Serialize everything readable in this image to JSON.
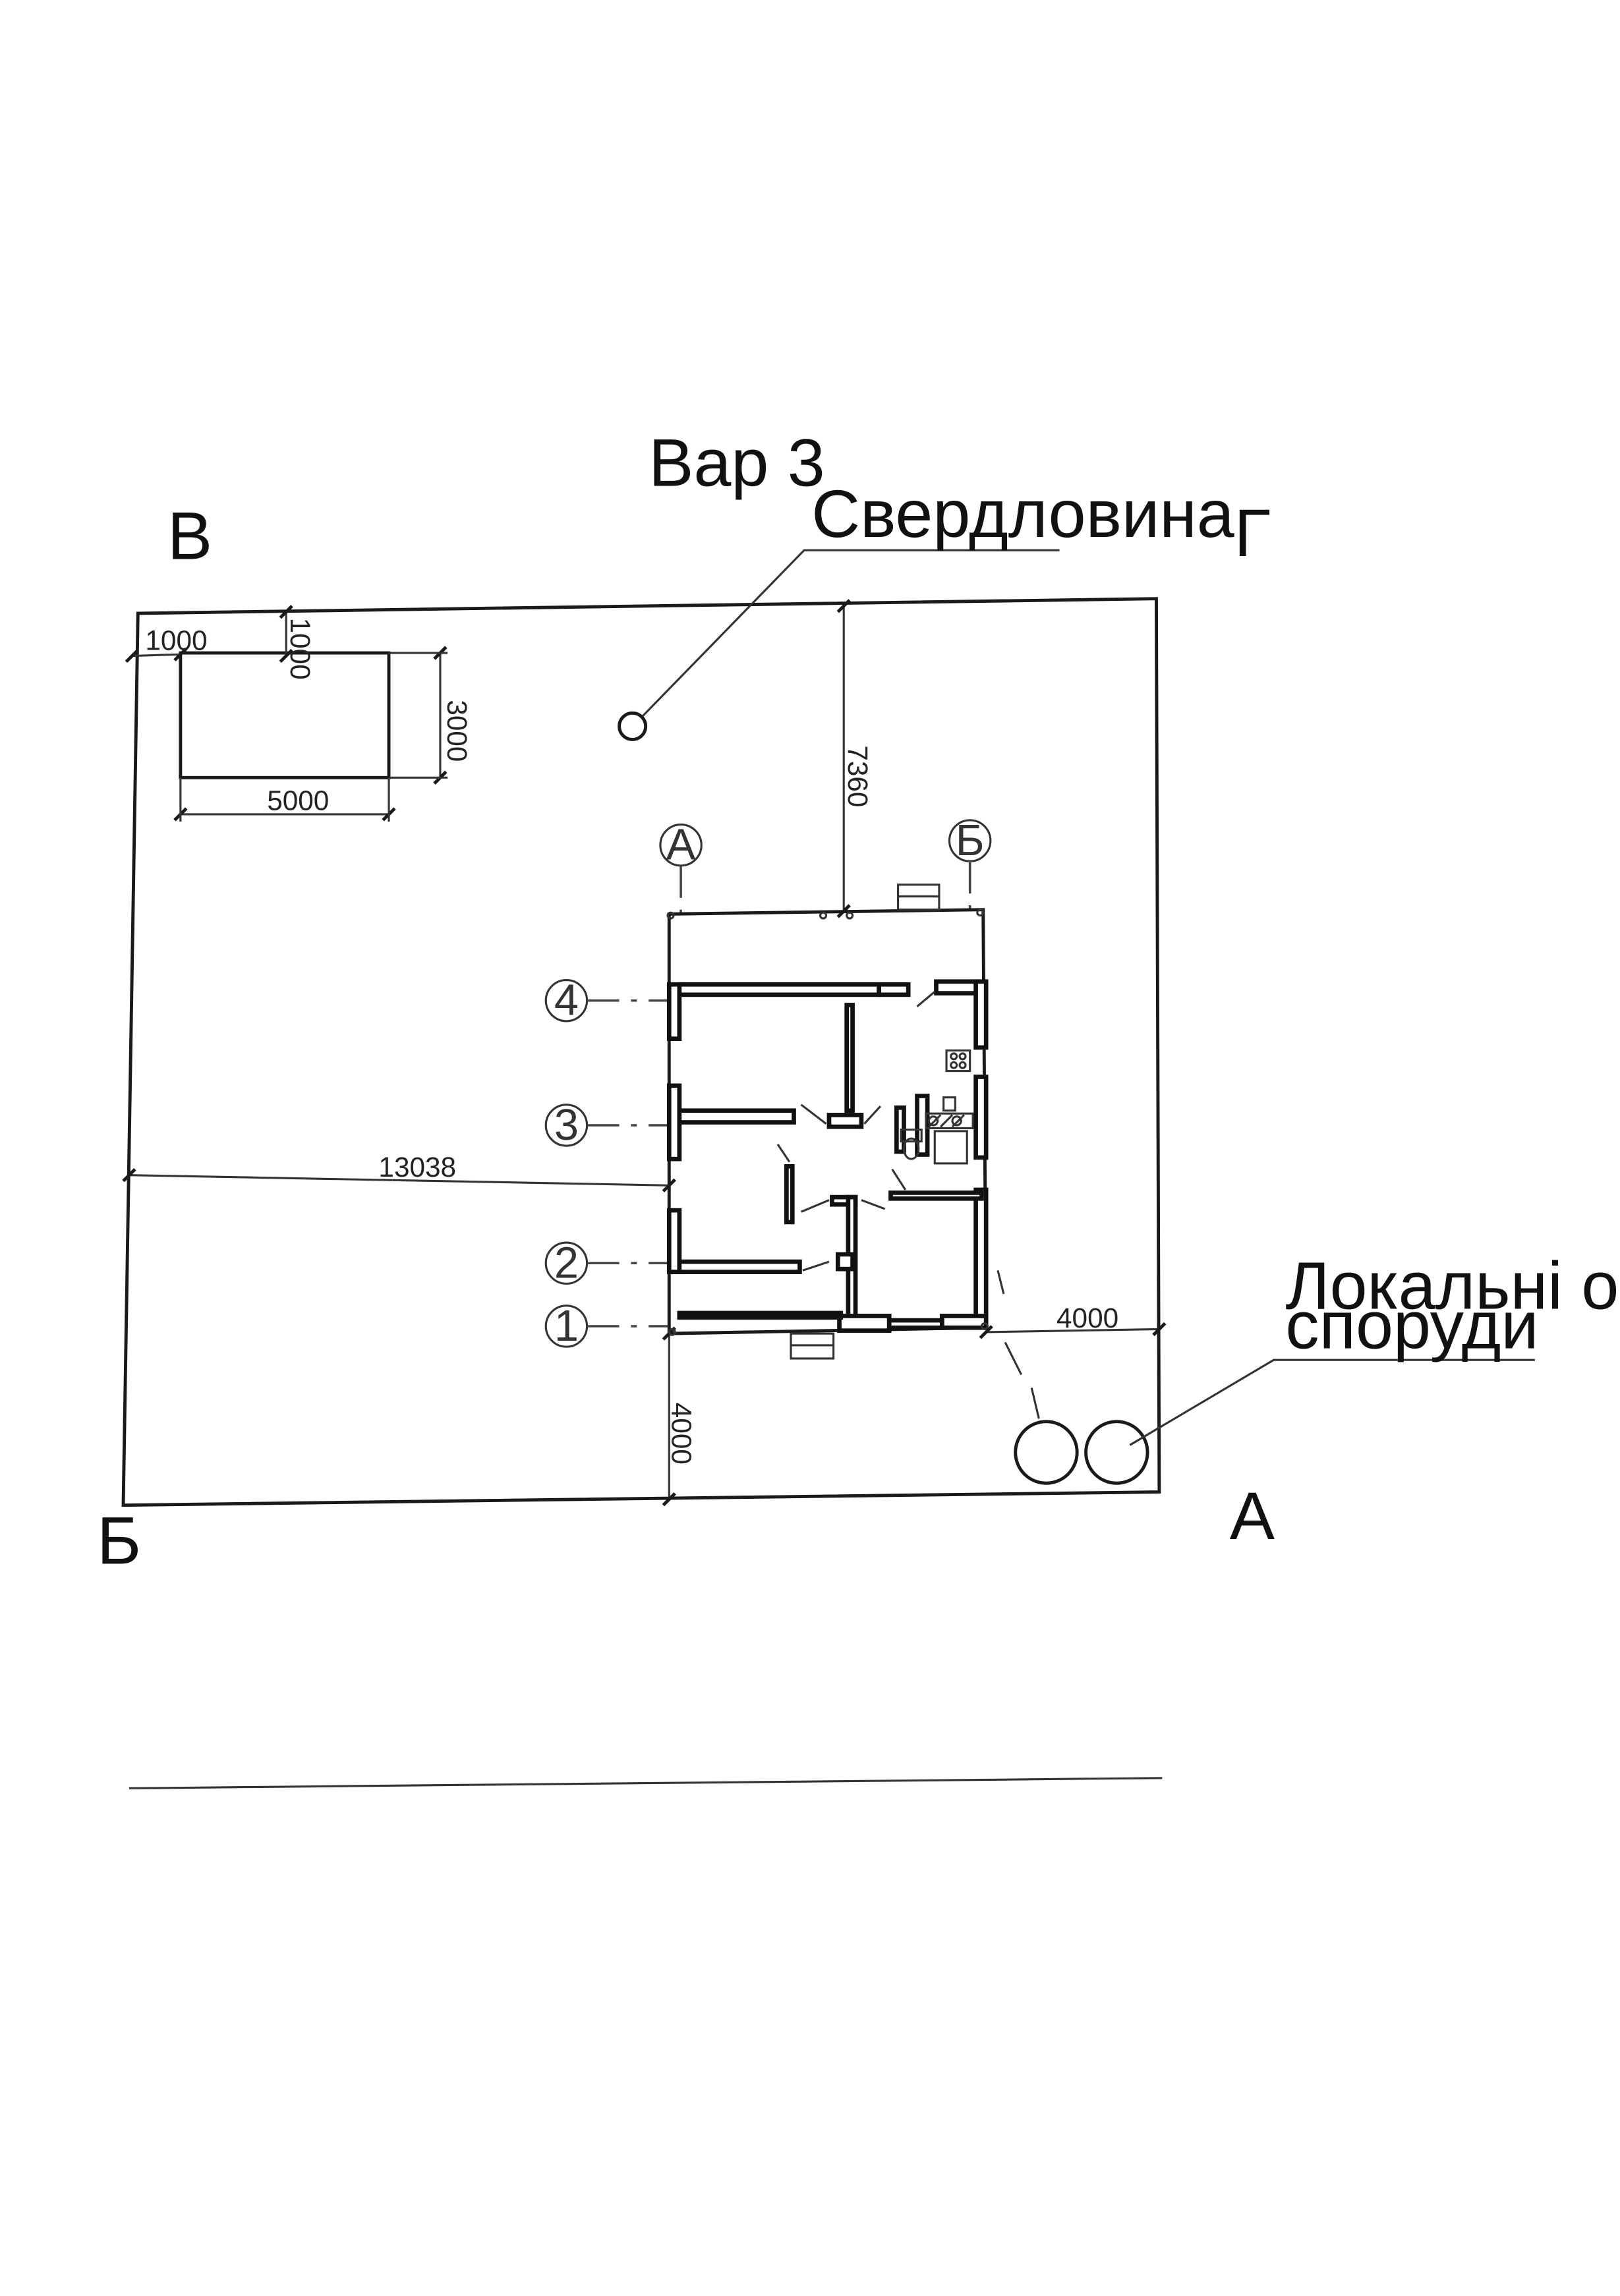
{
  "title": "Вар 3",
  "corners": {
    "v": "В",
    "g": "Г",
    "b": "Б",
    "a": "А"
  },
  "callouts": {
    "well": "Свердловина",
    "treatment_line1": "Локальні очисні",
    "treatment_line2": "споруди"
  },
  "dimensions": {
    "shed_side_offset": "1000",
    "shed_top_offset": "1000",
    "shed_depth": "3000",
    "shed_width": "5000",
    "house_to_north_boundary": "7360",
    "house_to_west_boundary": "13038",
    "house_to_east_boundary": "4000",
    "house_to_south_boundary": "4000"
  },
  "grid_axes": {
    "letters": [
      "А",
      "Б"
    ],
    "numbers": [
      "4",
      "3",
      "2",
      "1"
    ]
  }
}
